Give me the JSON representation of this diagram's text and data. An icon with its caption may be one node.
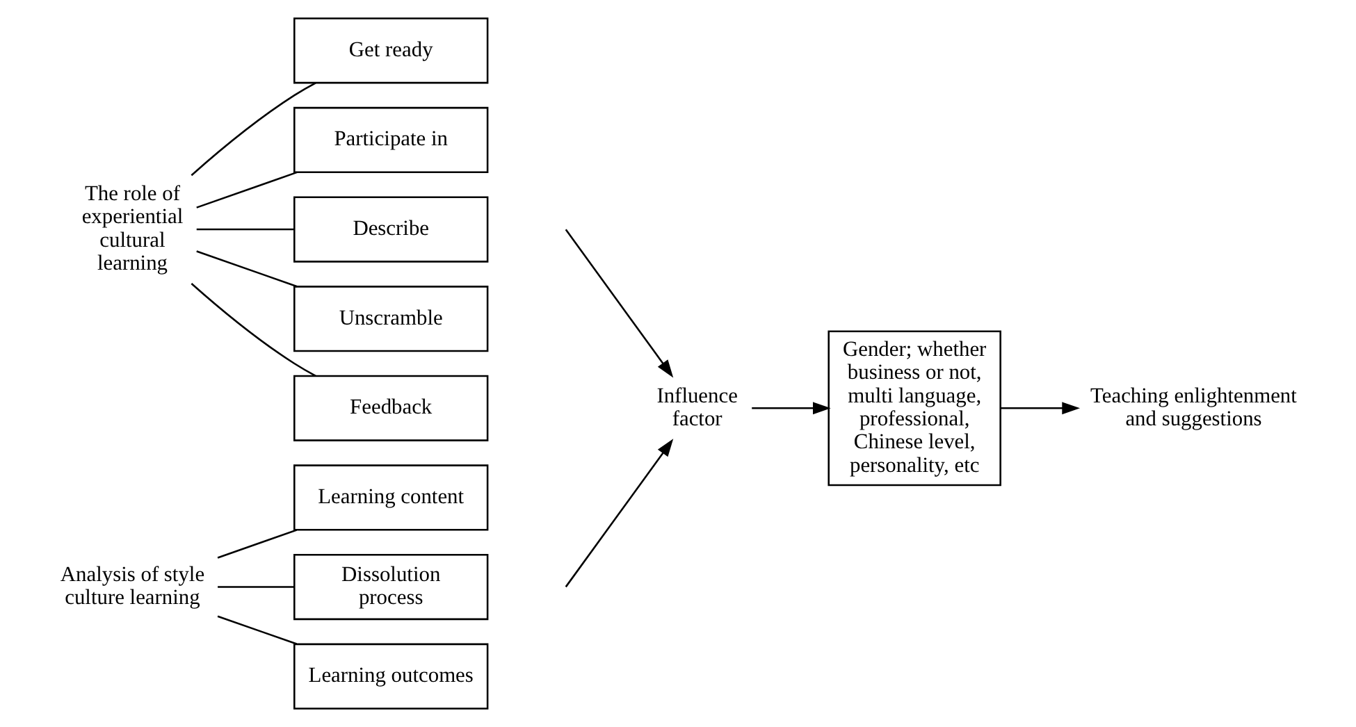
{
  "diagram": {
    "nodes": [
      {
        "text": [
          "The role of experiential cultural learning"
        ]
      },
      {
        "text": [
          "Get ready"
        ]
      },
      {
        "text": [
          "Participate in"
        ]
      },
      {
        "text": [
          "Describe"
        ]
      },
      {
        "text": [
          "Unscramble"
        ]
      },
      {
        "text": [
          "Feedback"
        ]
      },
      {
        "text": [
          "Analysis of style culture learning"
        ]
      },
      {
        "text": [
          "Learning content"
        ]
      },
      {
        "text": [
          "Dissolution process"
        ]
      },
      {
        "text": [
          "Learning outcomes"
        ]
      },
      {
        "text": [
          "Influence factor"
        ]
      },
      {
        "text": [
          "Gender; whether business or not, multi language, professional, Chinese level, personality, etc"
        ]
      },
      {
        "text": [
          "Teaching enlightenment and suggestions"
        ]
      }
    ],
    "edges": [
      {
        "from": 0,
        "to": 1,
        "arrow": "none"
      },
      {
        "from": 0,
        "to": 2,
        "arrow": "none"
      },
      {
        "from": 0,
        "to": 3,
        "arrow": "none"
      },
      {
        "from": 0,
        "to": 4,
        "arrow": "none"
      },
      {
        "from": 0,
        "to": 5,
        "arrow": "none"
      },
      {
        "from": 6,
        "to": 7,
        "arrow": "none"
      },
      {
        "from": 6,
        "to": 8,
        "arrow": "none"
      },
      {
        "from": 6,
        "to": 9,
        "arrow": "none"
      },
      {
        "from": null,
        "to": 10,
        "arrow": "to"
      },
      {
        "from": null,
        "to": 10,
        "arrow": "to"
      },
      {
        "from": 10,
        "to": 11,
        "arrow": "to"
      },
      {
        "from": 11,
        "to": 12,
        "arrow": "to"
      }
    ]
  }
}
